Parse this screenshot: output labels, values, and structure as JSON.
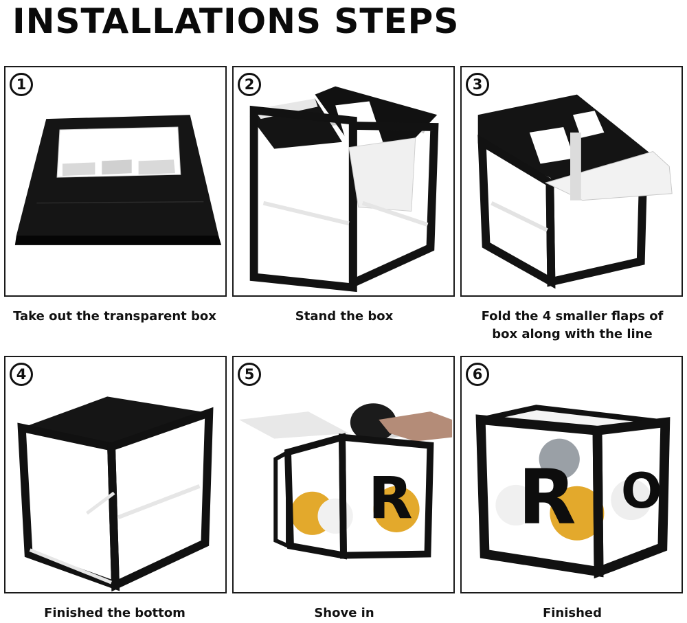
{
  "title": "INSTALLATIONS STEPS",
  "steps": [
    {
      "number": "1",
      "caption_lines": [
        "Take out the transparent box"
      ]
    },
    {
      "number": "2",
      "caption_lines": [
        "Stand the box"
      ]
    },
    {
      "number": "3",
      "caption_lines": [
        "Fold the 4 smaller flaps of",
        "box along with the line"
      ]
    },
    {
      "number": "4",
      "caption_lines": [
        "Finished the bottom"
      ]
    },
    {
      "number": "5",
      "caption_lines": [
        "Shove in"
      ]
    },
    {
      "number": "6",
      "caption_lines": [
        "Finished"
      ]
    }
  ],
  "box_letters": {
    "step5_front": "R",
    "step6_front": "R",
    "step6_side": "O"
  },
  "colors": {
    "frame": "#111111",
    "panel_border": "#1a1a1a",
    "balloon_gold": "#e3a92c",
    "balloon_silver": "#9aa0a6",
    "balloon_black": "#1b1b1b"
  }
}
